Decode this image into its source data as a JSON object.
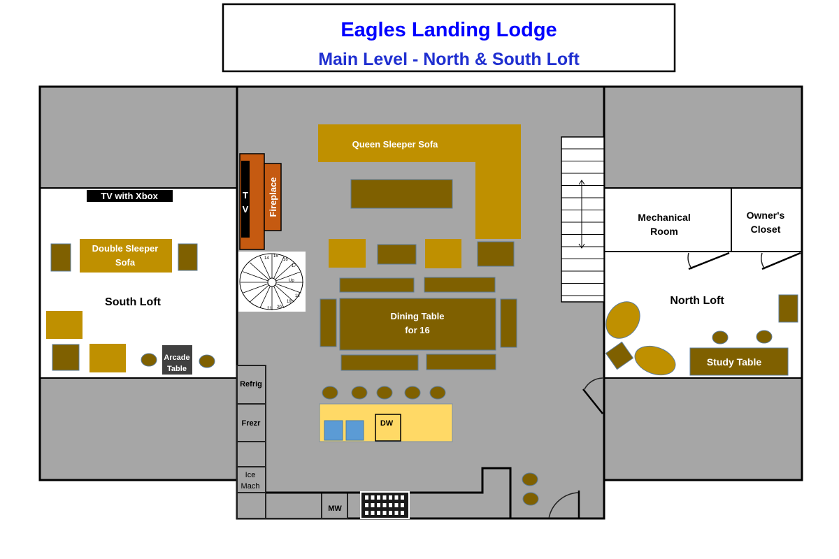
{
  "title": "Eagles Landing Lodge",
  "subtitle": "Main Level - North & South Loft",
  "colors": {
    "title": "#0000ff",
    "floor": "#a6a6a6",
    "sofa": "#bf9000",
    "wood": "#7f6000",
    "island": "#ffd966",
    "fireplace": "#c55a11",
    "sink": "#5b9bd5"
  },
  "south_loft": {
    "label": "South Loft",
    "tv": "TV with Xbox",
    "sofa_line1": "Double Sleeper",
    "sofa_line2": "Sofa",
    "arcade_line1": "Arcade",
    "arcade_line2": "Table"
  },
  "north_loft": {
    "label": "North Loft",
    "study": "Study Table",
    "mech_line1": "Mechanical",
    "mech_line2": "Room",
    "closet_line1": "Owner's",
    "closet_line2": "Closet"
  },
  "main": {
    "sofa": "Queen Sleeper Sofa",
    "tv_t": "T",
    "tv_v": "V",
    "fireplace": "Fireplace",
    "dining_line1": "Dining  Table",
    "dining_line2": "for 16",
    "dw": "DW",
    "refrig": "Refrig",
    "freezer": "Frezr",
    "ice_line1": "Ice",
    "ice_line2": "Mach",
    "mw": "MW"
  },
  "spiral": {
    "steps": [
      "14",
      "15",
      "16",
      "17",
      "18",
      "19",
      "20",
      "21"
    ],
    "up": "Up"
  }
}
